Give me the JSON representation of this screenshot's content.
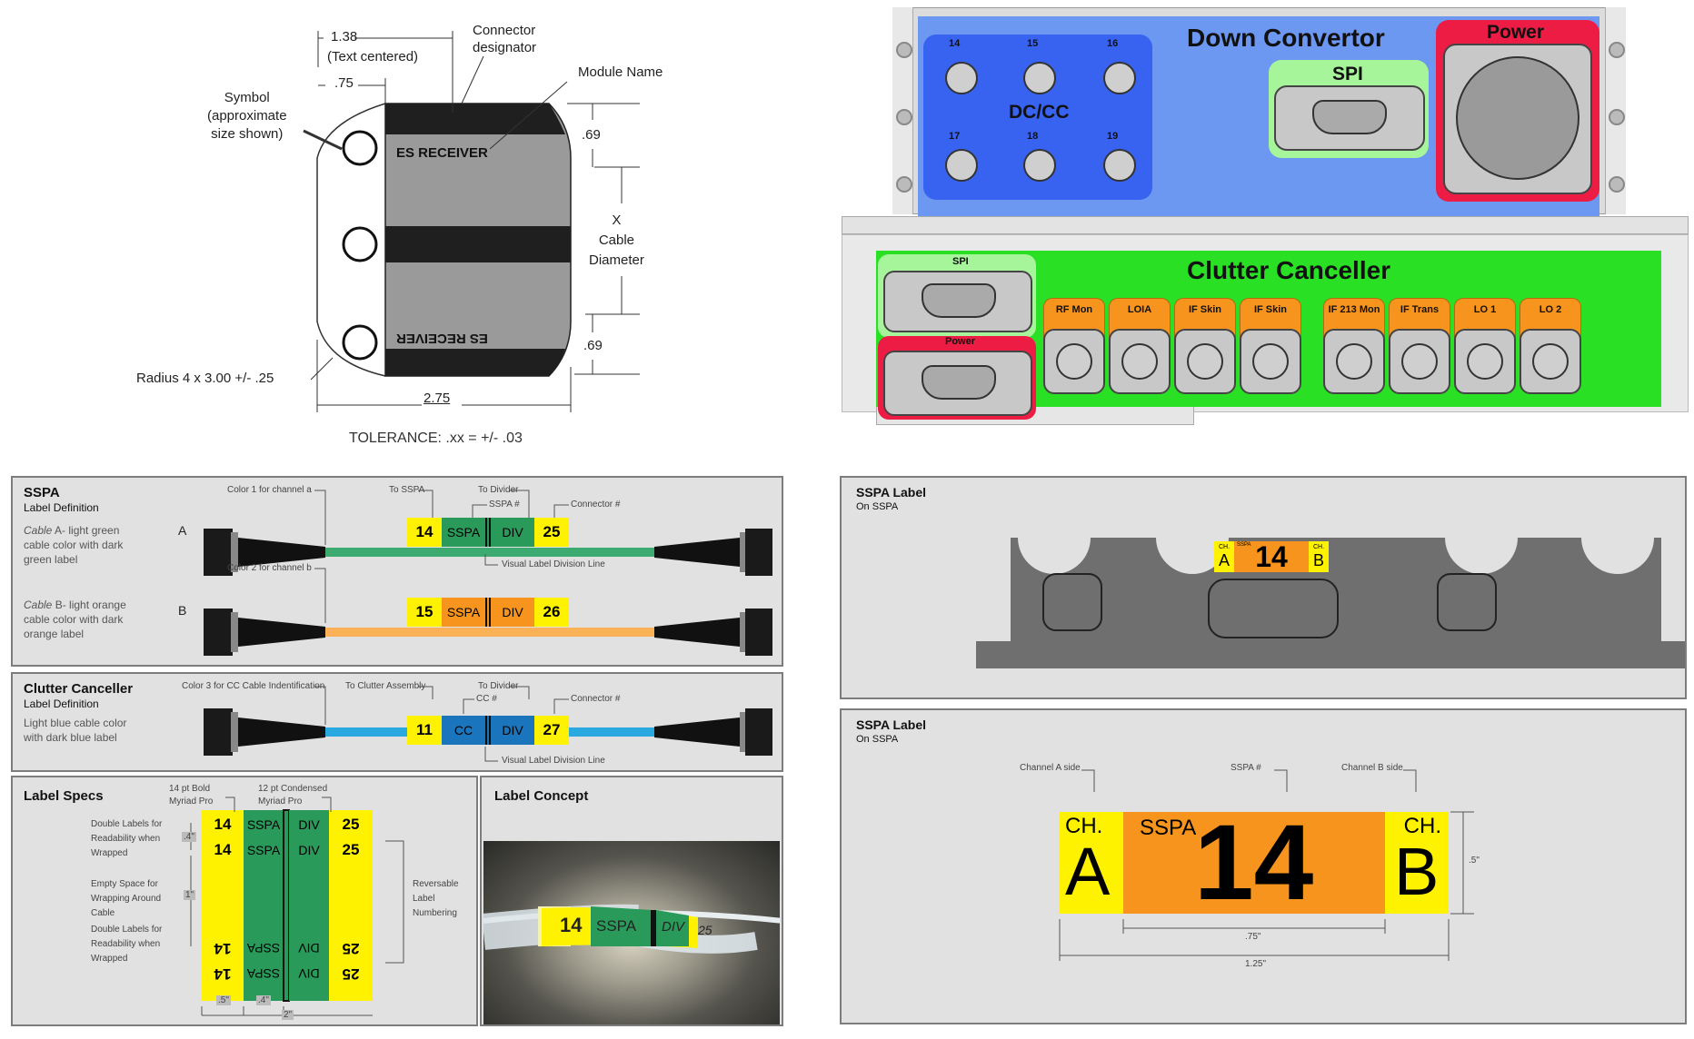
{
  "drawing": {
    "dim_138": "1.38",
    "text_centered": "(Text centered)",
    "dim_075": ".75",
    "connector_designator": "Connector\ndesignator",
    "module_name": "Module Name",
    "symbol_note": "Symbol\n(approximate\nsize shown)",
    "label_text": "ES RECEIVER",
    "dim_069_top": ".69",
    "dim_069_bottom": ".69",
    "x_cable_diameter": "X\nCable\nDiameter",
    "radius": "Radius 4 x 3.00  +/- .25",
    "dim_275": "2.75",
    "tolerance": "TOLERANCE:  .xx = +/- .03"
  },
  "down_convertor": {
    "title": "Down Convertor",
    "dc_cc_label": "DC/CC",
    "knobs": [
      "14",
      "15",
      "16",
      "17",
      "18",
      "19"
    ],
    "spi": "SPI",
    "power": "Power"
  },
  "clutter_canceller": {
    "title": "Clutter Canceller",
    "spi": "SPI",
    "power": "Power",
    "ports": [
      "RF Mon",
      "LOIA",
      "IF Skin",
      "IF Skin",
      "IF 213 Mon",
      "IF Trans",
      "LO 1",
      "LO 2"
    ]
  },
  "sspa_def": {
    "title": "SSPA",
    "subtitle": "Label Definition",
    "desc_a_italic": "Cable",
    "desc_a": " A- light green cable color with dark green label",
    "desc_b_italic": "Cable",
    "desc_b": " B- light orange cable color with dark orange label",
    "row_a": "A",
    "row_b": "B",
    "note_color1": "Color 1 for channel a",
    "note_color2": "Color 2 for channel b",
    "note_to_sspa": "To SSPA",
    "note_sspa_num": "SSPA #",
    "note_to_divider": "To Divider",
    "note_connector": "Connector #",
    "note_division": "Visual Label Division Line",
    "label_a": [
      "14",
      "SSPA",
      "DIV",
      "25"
    ],
    "label_b": [
      "15",
      "SSPA",
      "DIV",
      "26"
    ]
  },
  "cc_def": {
    "title": "Clutter Canceller",
    "subtitle": "Label Definition",
    "desc": "Light blue cable color with dark blue label",
    "note_color3": "Color 3 for CC Cable Indentification",
    "note_to_clutter": "To Clutter Assembly",
    "note_cc_num": "CC #",
    "note_to_divider": "To Divider",
    "note_connector": "Connector #",
    "note_division": "Visual Label Division Line",
    "label": [
      "11",
      "CC",
      "DIV",
      "27"
    ]
  },
  "label_specs": {
    "title": "Label Specs",
    "font1": "14 pt Bold\nMyriad Pro",
    "font2": "12 pt Condensed\nMyriad Pro",
    "double_top": "Double Labels for\nReadability when\nWrapped",
    "empty_space": "Empty Space for\nWrapping Around\nCable",
    "double_bottom": "Double Labels for\nReadability when\nWrapped",
    "reversable": "Reversable\nLabel\nNumbering",
    "dim_4": ".4\"",
    "dim_1": "1\"",
    "dim_5": ".5\"",
    "dim_4b": ".4\"",
    "dim_2": "2\"",
    "cells": [
      "14",
      "SSPA",
      "DIV",
      "25"
    ]
  },
  "label_concept": {
    "title": "Label Concept",
    "text": [
      "14",
      "SSPA",
      "DIV",
      "25"
    ]
  },
  "sspa_label_top": {
    "title": "SSPA Label",
    "subtitle": "On SSPA",
    "ch": "CH.",
    "a": "A",
    "sspa": "SSPA",
    "num": "14",
    "b": "B"
  },
  "sspa_label_bottom": {
    "title": "SSPA Label",
    "subtitle": "On SSPA",
    "note_channel_a": "Channel A side",
    "note_sspa_num": "SSPA #",
    "note_channel_b": "Channel B side",
    "ch_a": "CH.",
    "a": "A",
    "sspa": "SSPA",
    "num": "14",
    "ch_b": "CH.",
    "b": "B",
    "dim_5": ".5\"",
    "dim_75": ".75\"",
    "dim_125": "1.25\""
  },
  "colors": {
    "green_cable": "#3daa72",
    "dark_green": "#2a9a5a",
    "orange_cable": "#fbb158",
    "dark_orange": "#f7941d",
    "blue_cable": "#29a9e0",
    "dark_blue": "#1b75bc",
    "yellow": "#fff200",
    "dc_blue": "#6d98f2",
    "cc_green": "#2ae024",
    "power_red": "#ec1c45"
  }
}
